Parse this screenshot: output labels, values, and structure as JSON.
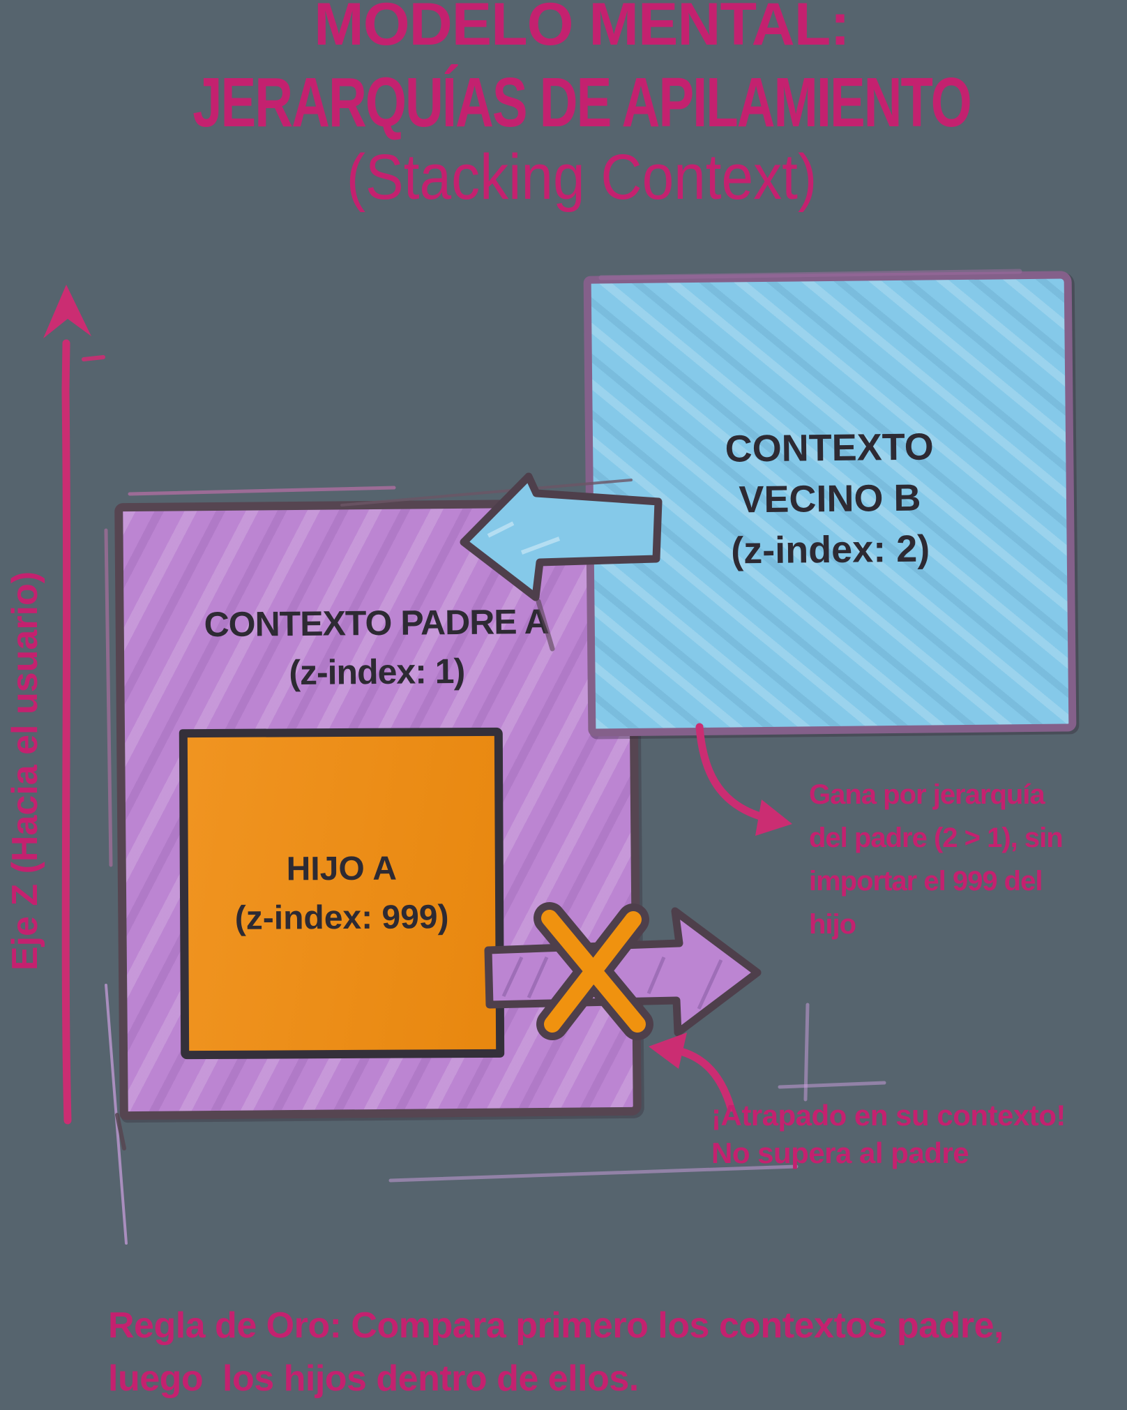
{
  "title": {
    "line1": "MODELO MENTAL:",
    "line2": "JERARQUÍAS DE APILAMIENTO",
    "line3": "(Stacking Context)"
  },
  "z_axis": {
    "label": "Eje Z (Hacia el usuario)"
  },
  "boxes": {
    "neighbor_b": {
      "label": "CONTEXTO\nVECINO B\n(z-index: 2)",
      "fill": "#85C9E9"
    },
    "parent_a": {
      "label": "CONTEXTO PADRE A\n(z-index: 1)",
      "fill": "#BC85D2"
    },
    "child_a": {
      "label": "HIJO A\n(z-index: 999)",
      "fill": "#EF8C10"
    }
  },
  "annotations": {
    "hierarchy_win": "Gana por jerarquía\ndel padre (2 > 1), sin\nimportar el 999 del\nhijo",
    "trapped": "¡Atrapado en su contexto!\nNo supera al padre"
  },
  "footer": "Regla de Oro: Compara primero los contextos padre,\nluego  los hijos dentro de ellos.",
  "colors": {
    "background": "#56646E",
    "accent_pink": "#C4216F",
    "sketch_border": "#4E3F4B",
    "box_text": "#2D2A33"
  }
}
